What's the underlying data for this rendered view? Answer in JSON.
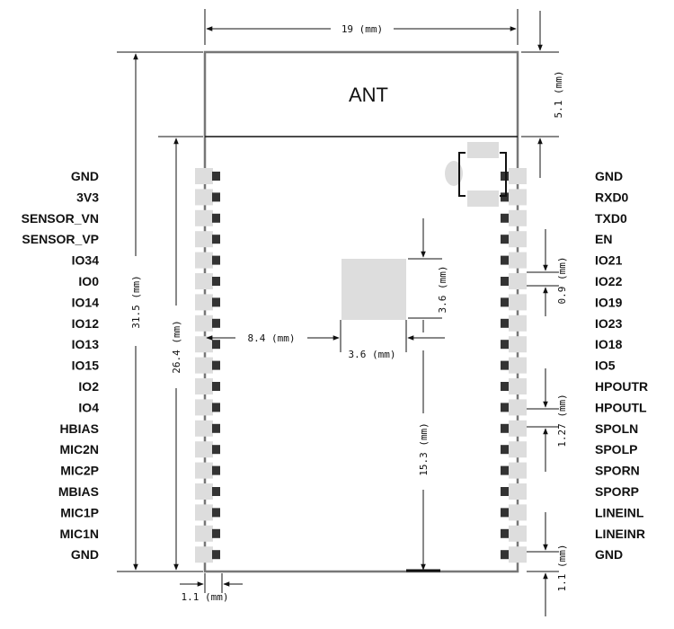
{
  "antenna_label": "ANT",
  "left_pins": [
    "GND",
    "3V3",
    "SENSOR_VN",
    "SENSOR_VP",
    "IO34",
    "IO0",
    "IO14",
    "IO12",
    "IO13",
    "IO15",
    "IO2",
    "IO4",
    "HBIAS",
    "MIC2N",
    "MIC2P",
    "MBIAS",
    "MIC1P",
    "MIC1N",
    "GND"
  ],
  "right_pins": [
    "GND",
    "RXD0",
    "TXD0",
    "EN",
    "IO21",
    "IO22",
    "IO19",
    "IO23",
    "IO18",
    "IO5",
    "HPOUTR",
    "HPOUTL",
    "SPOLN",
    "SPOLP",
    "SPORN",
    "SPORP",
    "LINEINL",
    "LINEINR",
    "GND"
  ],
  "dimensions": {
    "width": "19 (mm)",
    "antenna_height": "5.1 (mm)",
    "total_height": "31.5 (mm)",
    "pin_area_height": "26.4 (mm)",
    "pad_to_chip": "8.4 (mm)",
    "chip_width": "3.6 (mm)",
    "chip_height": "3.6 (mm)",
    "chip_to_bottom": "15.3 (mm)",
    "pin_pitch_top": "0.9 (mm)",
    "pin_pitch_mid": "1.27 (mm)",
    "bottom_margin": "1.1 (mm)",
    "pad_offset": "1.1 (mm)"
  },
  "colors": {
    "outline": "#777777",
    "pad": "#dddddd",
    "pin": "#333333",
    "line": "#111111"
  }
}
